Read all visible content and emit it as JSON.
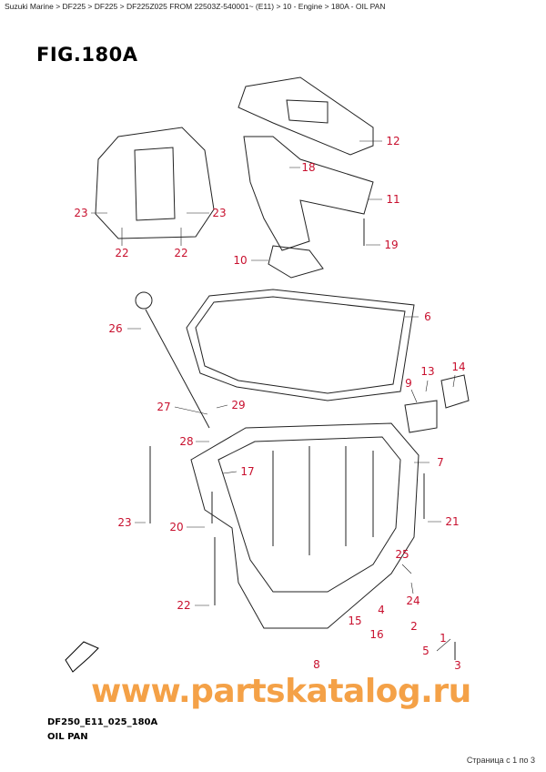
{
  "breadcrumb": "Suzuki Marine > DF225 > DF225 > DF225Z025 FROM 22503Z-540001~ (E11) > 10 - Engine > 180A - OIL PAN",
  "figure_label": "FIG.180A",
  "watermark": "www.partskatalog.ru",
  "callout_color": "#c8102e",
  "callouts": [
    "12",
    "18",
    "11",
    "23",
    "23",
    "22",
    "22",
    "19",
    "10",
    "6",
    "26",
    "9",
    "13",
    "14",
    "27",
    "29",
    "28",
    "7",
    "17",
    "23",
    "20",
    "21",
    "25",
    "22",
    "24",
    "4",
    "15",
    "16",
    "2",
    "5",
    "1",
    "3",
    "8"
  ],
  "fwd_icon": "fwd-arrow-icon",
  "footer": {
    "code": "DF250_E11_025_180A",
    "title": "OIL PAN",
    "page": "Страница с 1 по 3"
  }
}
